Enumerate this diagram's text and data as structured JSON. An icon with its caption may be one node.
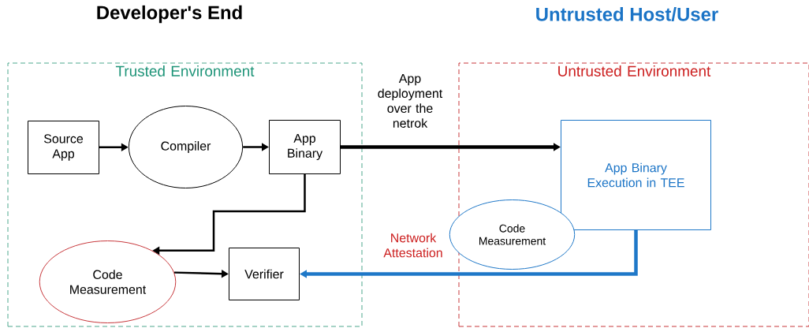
{
  "diagram": {
    "nodes": [
      {
        "text": [
          "Trusted Environment"
        ]
      },
      {
        "text": [
          "Source App"
        ],
        "in": 0
      },
      {
        "text": [
          "Compiler"
        ],
        "in": 0
      },
      {
        "text": [
          "App Binary"
        ],
        "in": 0
      },
      {
        "text": [
          "Code Measurement"
        ],
        "in": 0
      },
      {
        "text": [
          "Verifier"
        ],
        "in": 0
      },
      {
        "text": [
          "Untrusted Environment"
        ]
      },
      {
        "text": [
          "App Binary Execution in TEE"
        ],
        "in": 6
      },
      {
        "text": [
          "Code Measurement"
        ],
        "in": 6
      }
    ],
    "edges": [
      {
        "from": 1,
        "to": 2,
        "arrow": "to"
      },
      {
        "from": 2,
        "to": 3,
        "arrow": "to"
      },
      {
        "from": 3,
        "to": 7,
        "arrow": "to",
        "label": "App deployment over the netrok",
        "style": "thick"
      },
      {
        "from": 3,
        "to": 4,
        "arrow": "to"
      },
      {
        "from": 4,
        "to": 5,
        "arrow": "to"
      },
      {
        "from": 7,
        "to": 5,
        "arrow": "to",
        "label": "Network Attestation",
        "style": "thick",
        "color": "#1f78c8"
      }
    ],
    "labels": [
      "Developer's End",
      "Untrusted Host/User"
    ]
  }
}
